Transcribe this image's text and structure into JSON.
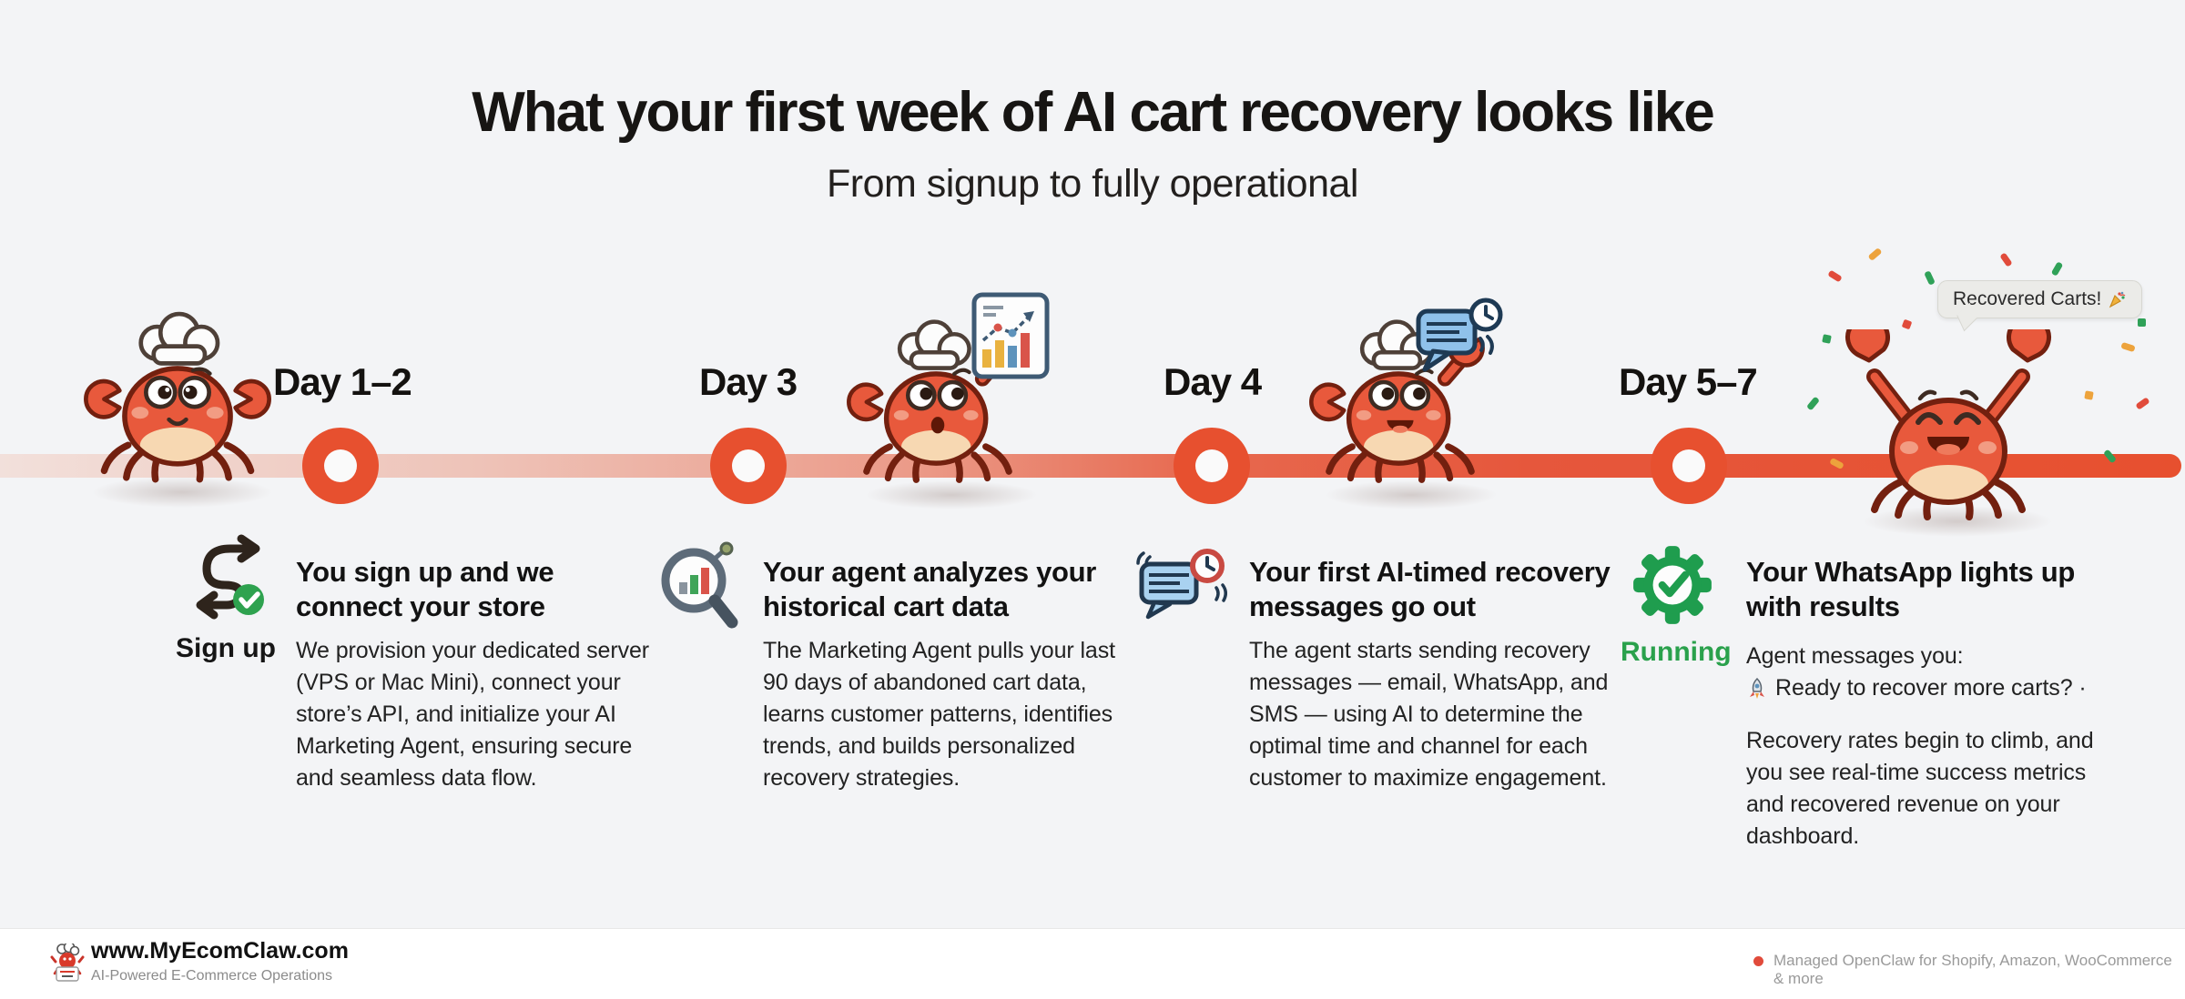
{
  "header": {
    "title": "What your first week of AI cart recovery looks like",
    "subtitle": "From signup to fully operational"
  },
  "timeline": {
    "steps": [
      {
        "day_label": "Day 1–2",
        "icon": "signup-arrows-icon",
        "icon_label": "Sign up",
        "mascot": "chef-crab-standing",
        "heading": "You sign up and we connect your store",
        "body": "We provision your dedicated server (VPS or Mac Mini), connect your store’s API, and initialize your AI Marketing Agent, ensuring secure and seamless data flow."
      },
      {
        "day_label": "Day 3",
        "icon": "magnifier-chart-icon",
        "mascot": "chef-crab-pointing-at-chart",
        "heading": "Your agent analyzes your historical cart data",
        "body": "The Marketing Agent pulls your last 90 days of abandoned cart data, learns customer patterns, identifies trends, and builds personalized recovery strategies."
      },
      {
        "day_label": "Day 4",
        "icon": "chat-clock-icon",
        "mascot": "chef-crab-presenting-message",
        "heading": "Your first AI-timed recovery messages go out",
        "body": "The agent starts sending recovery messages — email, WhatsApp, and SMS — using AI to determine the optimal time and channel for each customer to maximize engagement."
      },
      {
        "day_label": "Day 5–7",
        "icon": "gear-check-icon",
        "icon_label": "Running",
        "mascot": "celebrating-crab-confetti",
        "speech_bubble": "Recovered Carts!",
        "heading": "Your WhatsApp lights up with results",
        "body_intro": "Agent messages you:",
        "body_quote": "Ready to recover more carts? ·",
        "body2": "Recovery rates begin to climb, and you see real-time success metrics and recovered revenue on your dashboard."
      }
    ]
  },
  "footer": {
    "site": "www.MyEcomClaw.com",
    "tagline": "AI-Powered E-Commerce Operations",
    "note": "Managed OpenClaw for Shopify, Amazon, WooCommerce & more"
  },
  "colors": {
    "background": "#f3f4f6",
    "accent_orange": "#e7502f",
    "bar_gradient_start": "#f2e0db",
    "bar_gradient_end": "#e7502f",
    "crab_red": "#e8593c",
    "success_green": "#1f9d4e",
    "info_blue": "#8fc1ea",
    "footer_bg": "#ffffff"
  }
}
